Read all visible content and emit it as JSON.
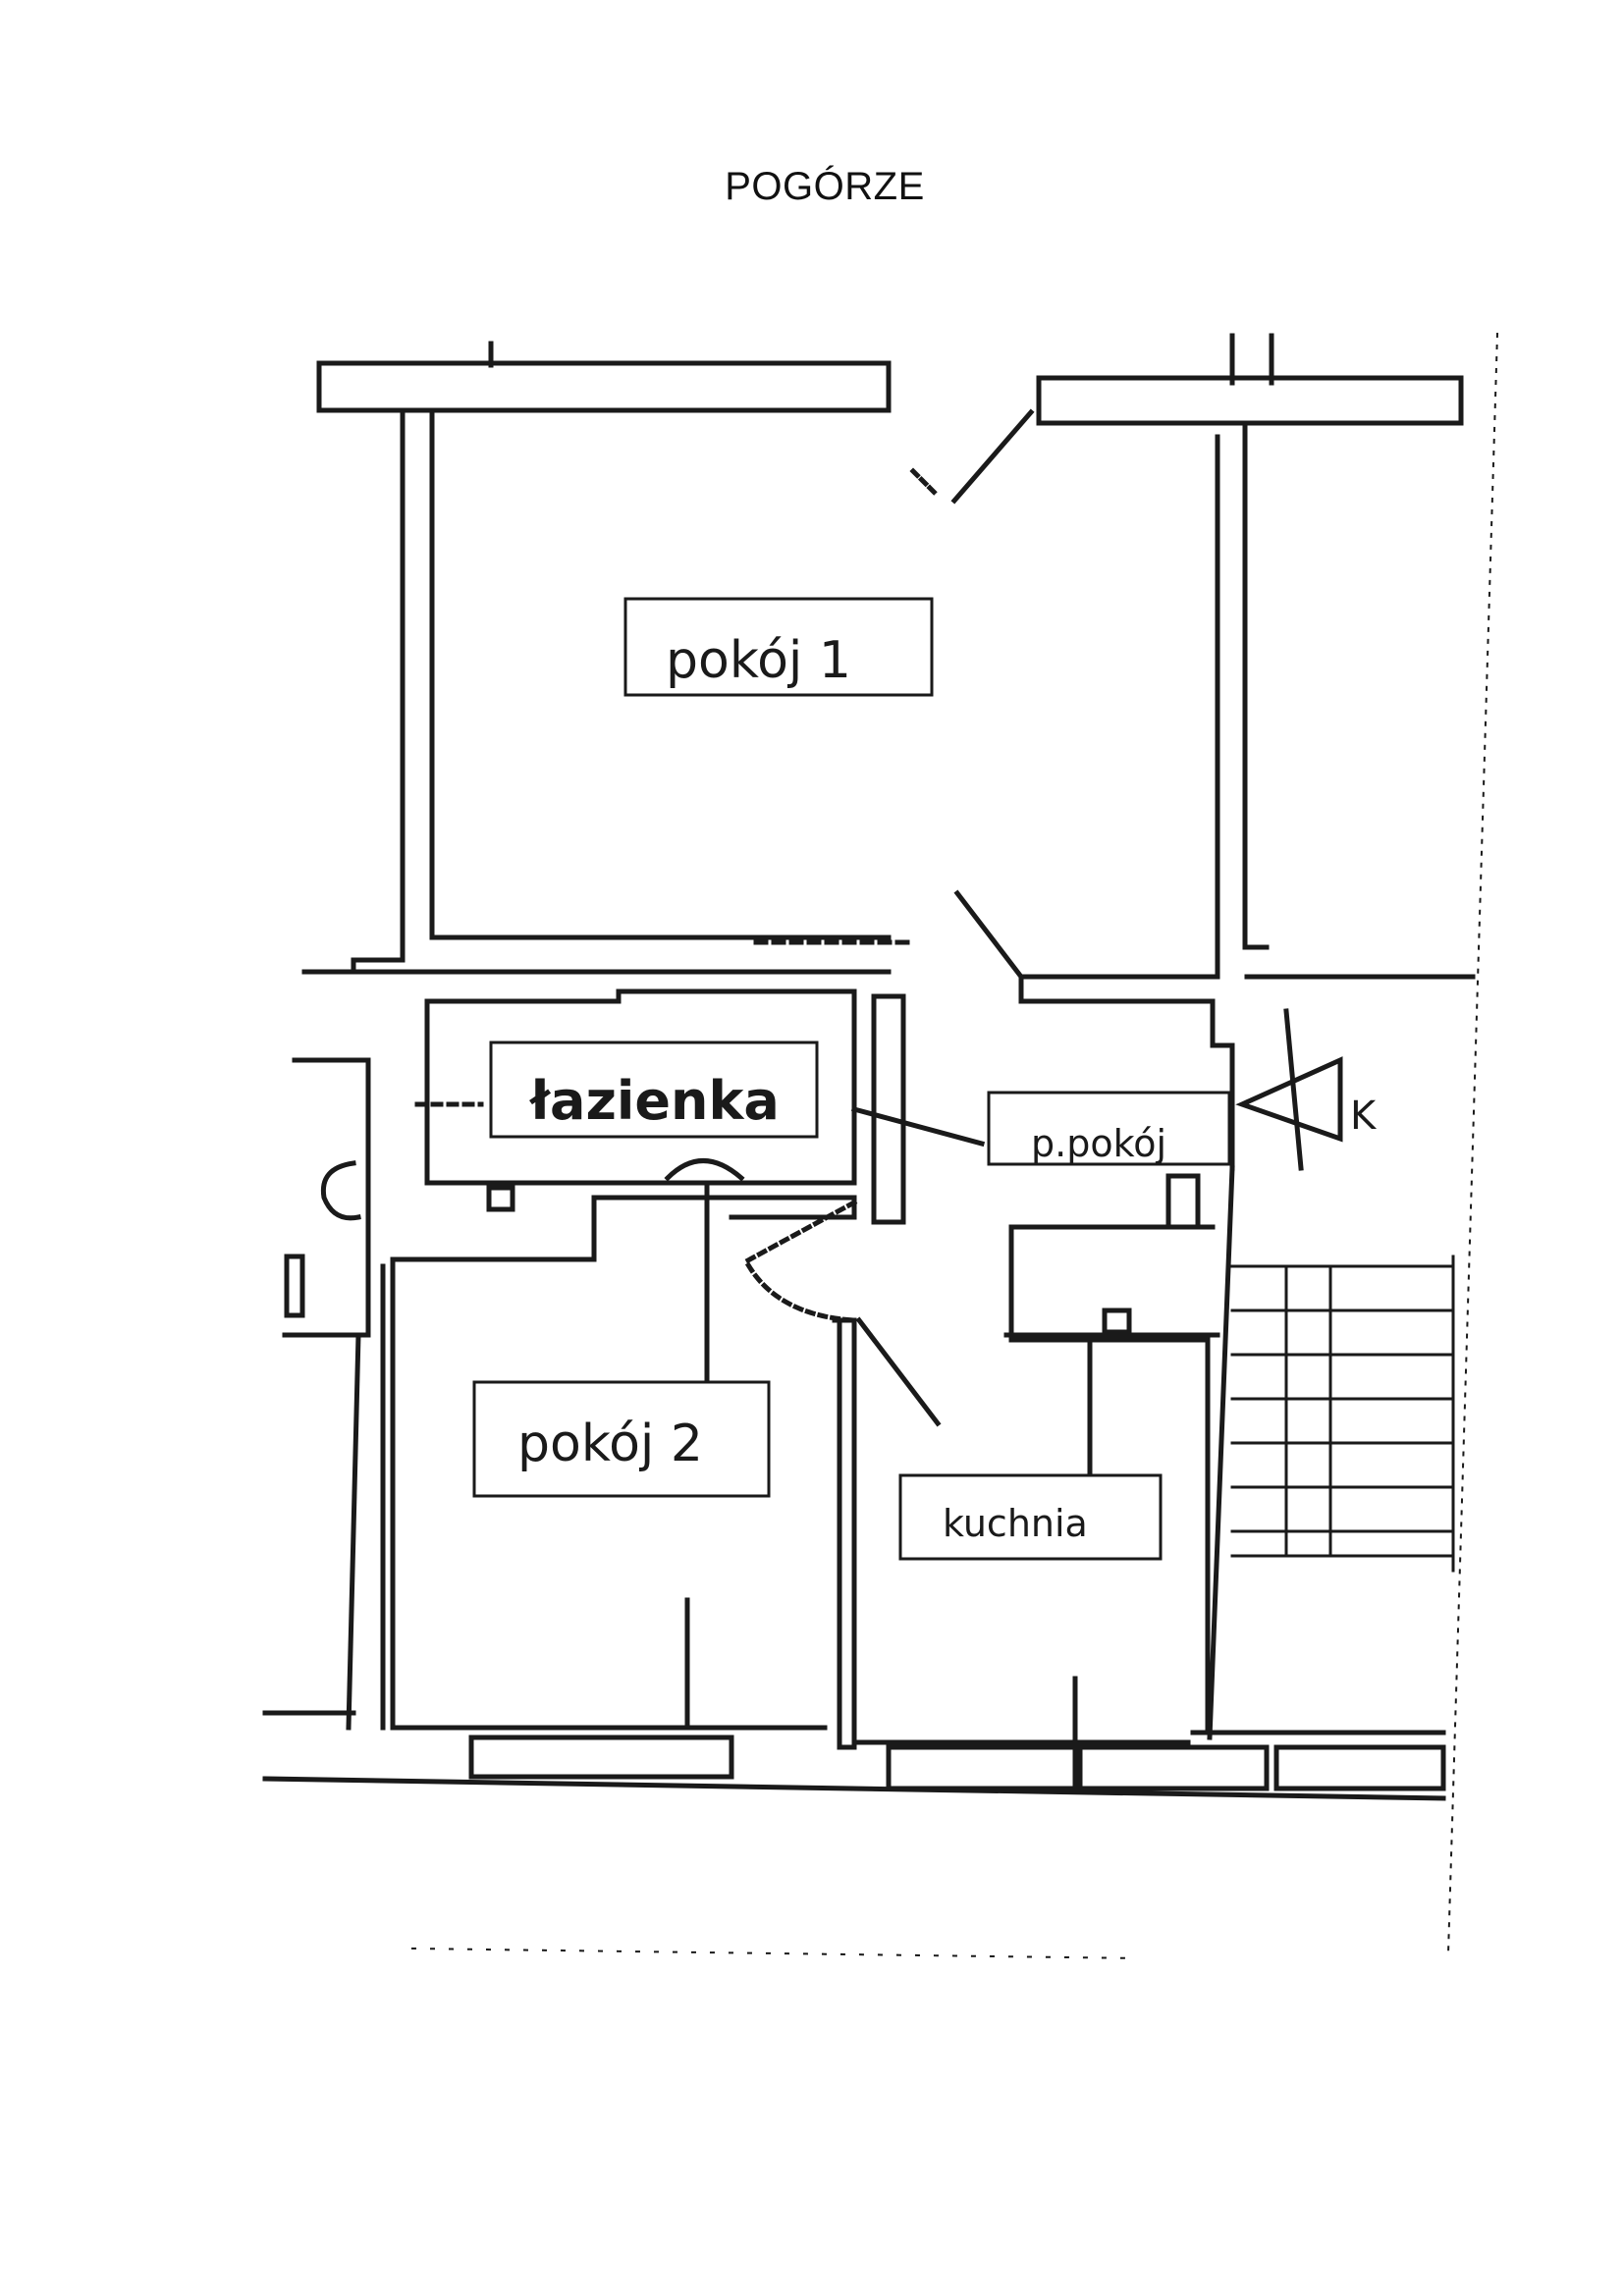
{
  "title": "POGÓRZE",
  "rooms": {
    "room1": "pokój 1",
    "bathroom": "łazienka",
    "hall": "p.pokój",
    "room2": "pokój 2",
    "kitchen": "kuchnia"
  },
  "marks": {
    "entry": "K"
  },
  "colors": {
    "ink": "#1a1a1a",
    "paper": "#ffffff"
  }
}
